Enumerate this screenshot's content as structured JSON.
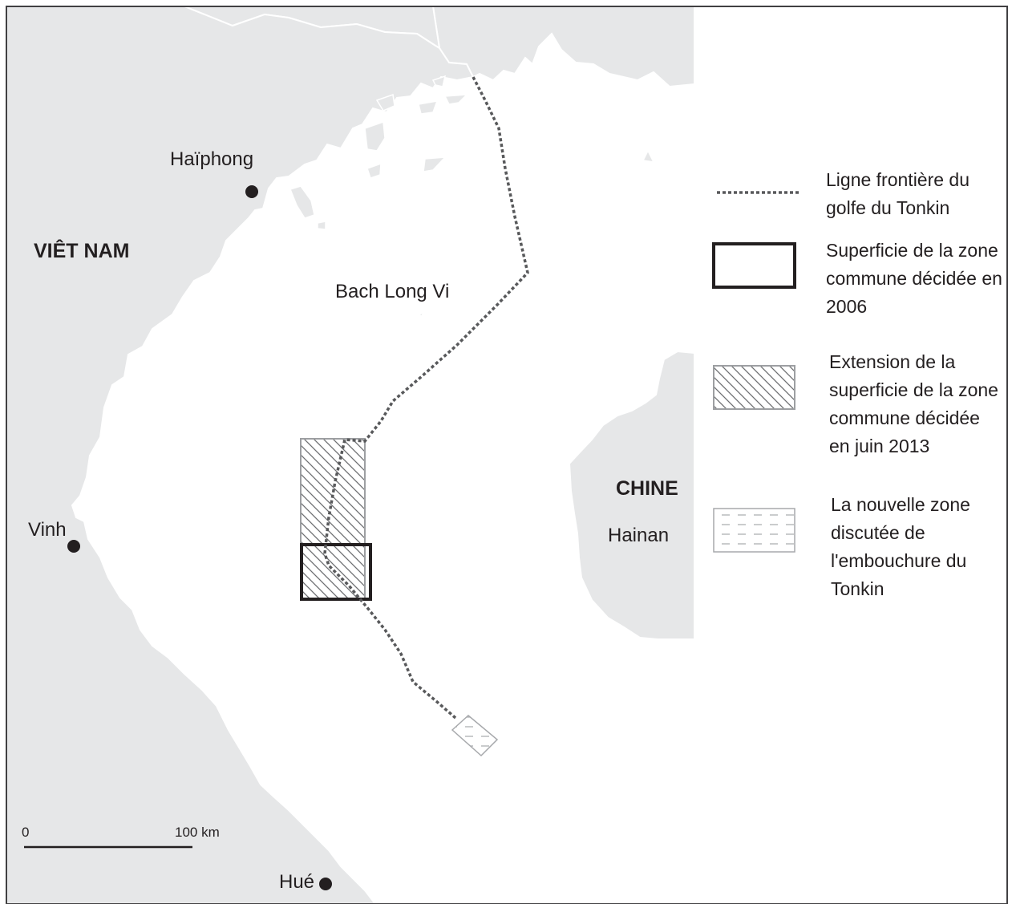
{
  "map": {
    "countries": {
      "vietnam": "VIÊT NAM",
      "china": "CHINE"
    },
    "places": {
      "haiphong": "Haïphong",
      "vinh": "Vinh",
      "hue": "Hué",
      "bach_long_vi": "Bach Long Vi",
      "hainan": "Hainan"
    },
    "scale": {
      "start": "0",
      "end": "100 km"
    }
  },
  "legend": {
    "border_line": [
      "Ligne frontière du",
      "golfe du Tonkin"
    ],
    "zone_2006": [
      "Superficie de la zone",
      "commune décidée en",
      "2006"
    ],
    "zone_2013": [
      "Extension de la",
      "superficie de la zone",
      "commune décidée",
      "en juin 2013"
    ],
    "zone_new": [
      "La nouvelle zone",
      "discutée de",
      "l'embouchure du",
      "Tonkin"
    ]
  },
  "colors": {
    "land": "#e6e7e8",
    "sea": "#ffffff",
    "outline": "#231f20",
    "border_line": "#58595b"
  }
}
